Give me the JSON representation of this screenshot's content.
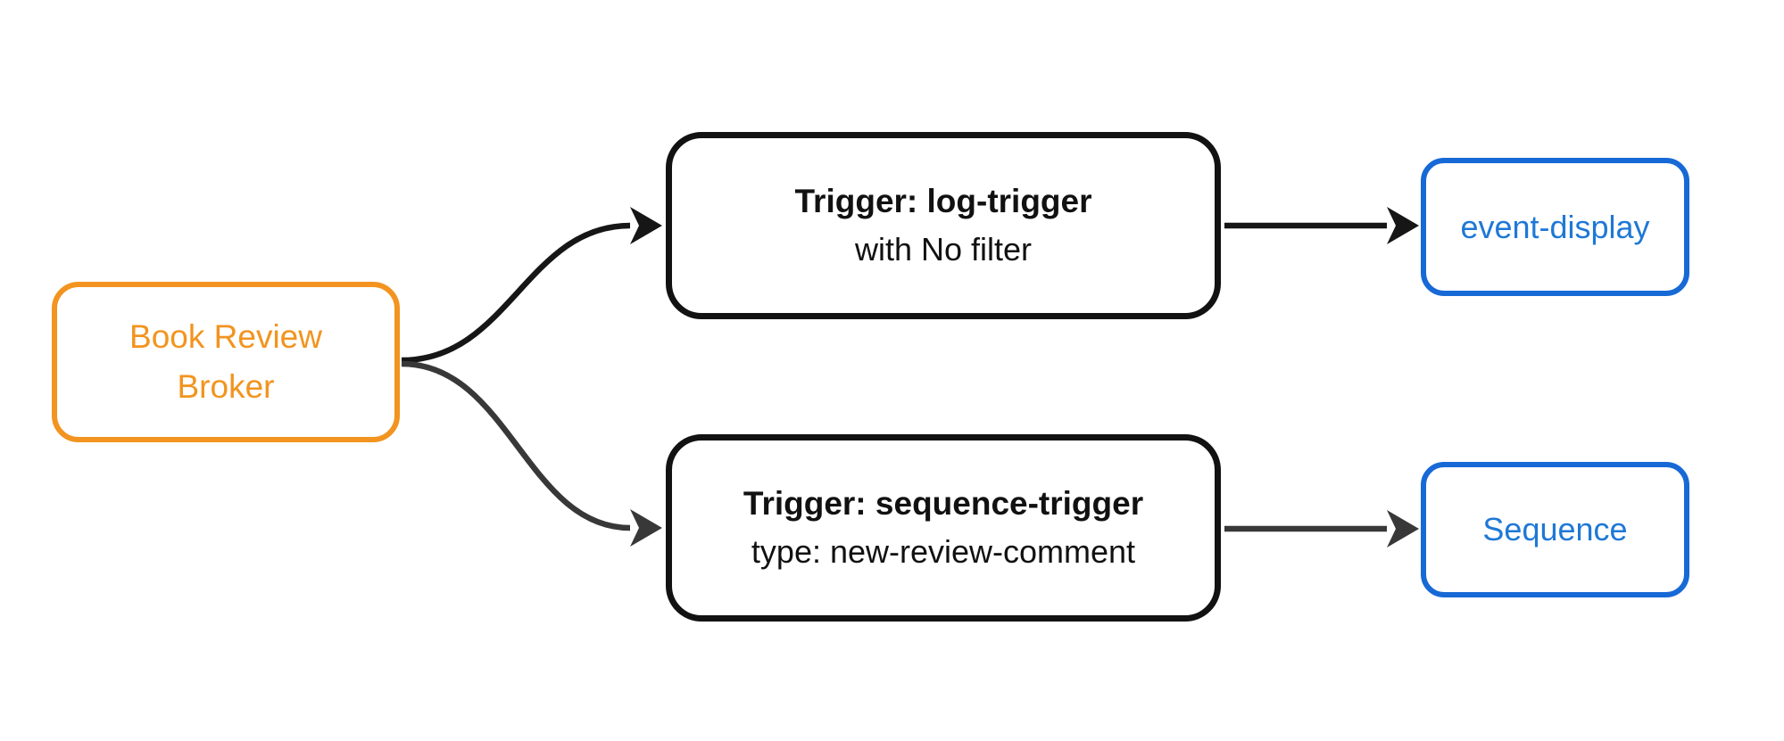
{
  "diagram": {
    "broker": {
      "label": "Book Review Broker"
    },
    "trigger_log": {
      "title": "Trigger: log-trigger",
      "subtitle": "with No filter"
    },
    "trigger_sequence": {
      "title": "Trigger: sequence-trigger",
      "subtitle": "type: new-review-comment"
    },
    "event_display": {
      "label": "event-display"
    },
    "sequence": {
      "label": "Sequence"
    }
  },
  "colors": {
    "background": "#FFFFFF",
    "broker_accent": "#F2941F",
    "trigger_border": "#121212",
    "output_border": "#1769D6",
    "output_text": "#1E78D6",
    "edge_dark": "#161616",
    "edge_gray": "#383838"
  }
}
